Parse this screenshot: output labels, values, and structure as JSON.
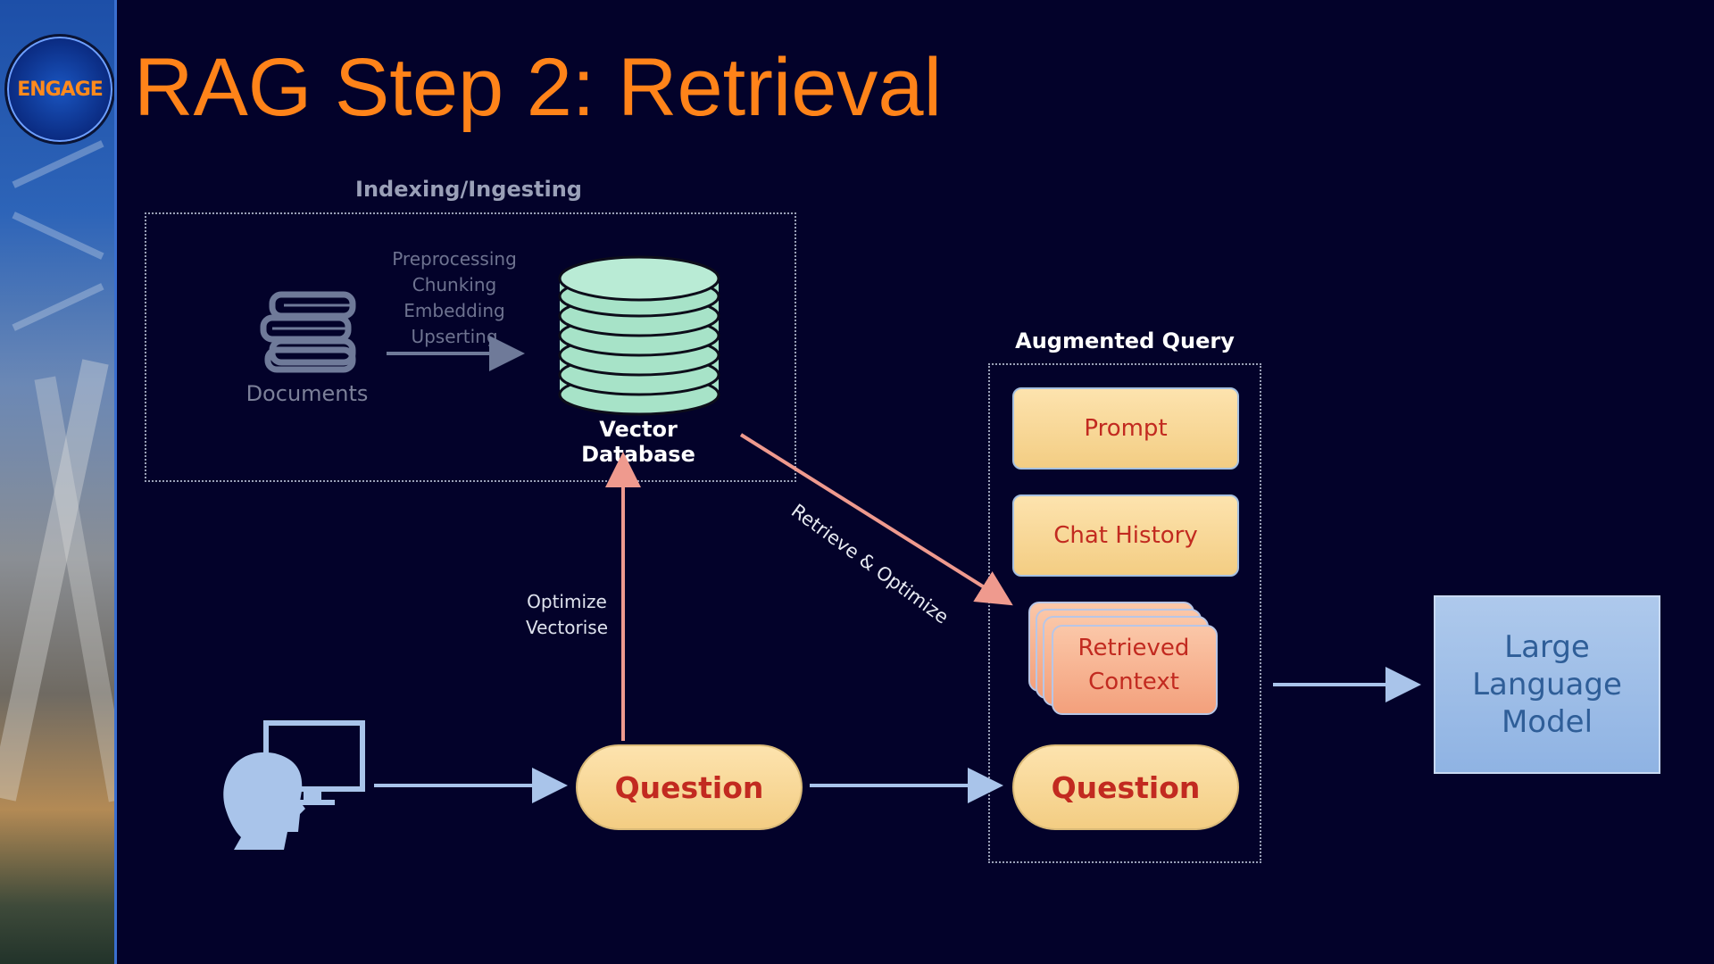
{
  "slide": {
    "title": "RAG Step 2: Retrieval",
    "logo_text": "ENGAGE"
  },
  "indexing": {
    "label": "Indexing/Ingesting",
    "documents_label": "Documents",
    "steps": [
      "Preprocessing",
      "Chunking",
      "Embedding",
      "Upserting"
    ],
    "vector_db_label": "Vector Database"
  },
  "flow": {
    "optimize_labels": [
      "Optimize",
      "Vectorise"
    ],
    "retrieve_label": "Retrieve & Optimize",
    "question_label": "Question"
  },
  "augmented_query": {
    "label": "Augmented Query",
    "prompt": "Prompt",
    "chat_history": "Chat History",
    "retrieved_context": [
      "Retrieved",
      "Context"
    ],
    "question": "Question"
  },
  "llm": {
    "lines": [
      "Large",
      "Language",
      "Model"
    ]
  },
  "colors": {
    "title": "#ff8319",
    "arrow_blue": "#a9c4ea",
    "arrow_salmon": "#ef9a8e",
    "db_fill": "#a7e3c8",
    "pill_text": "#c22a20",
    "llm_text": "#2f5e98"
  }
}
